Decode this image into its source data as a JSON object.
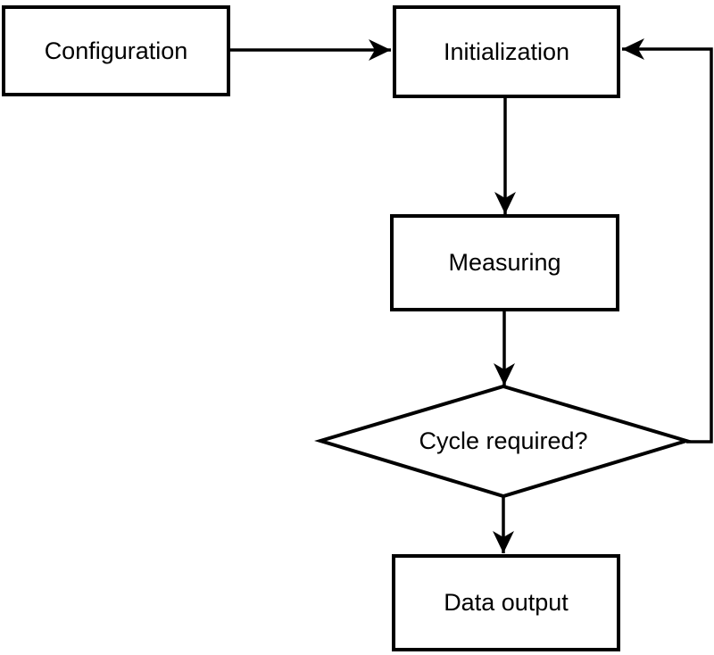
{
  "diagram": {
    "type": "flowchart",
    "background_color": "#ffffff",
    "stroke_color": "#000000",
    "nodes": {
      "configuration": {
        "label": "Configuration",
        "shape": "rectangle"
      },
      "initialization": {
        "label": "Initialization",
        "shape": "rectangle"
      },
      "measuring": {
        "label": "Measuring",
        "shape": "rectangle"
      },
      "cycle_required": {
        "label": "Cycle required?",
        "shape": "diamond"
      },
      "data_output": {
        "label": "Data output",
        "shape": "rectangle"
      }
    },
    "edges": [
      {
        "from": "configuration",
        "to": "initialization",
        "direction": "right"
      },
      {
        "from": "initialization",
        "to": "measuring",
        "direction": "down"
      },
      {
        "from": "measuring",
        "to": "cycle_required",
        "direction": "down"
      },
      {
        "from": "cycle_required",
        "to": "data_output",
        "direction": "down"
      },
      {
        "from": "cycle_required",
        "to": "initialization",
        "direction": "loop-right-up"
      }
    ]
  }
}
